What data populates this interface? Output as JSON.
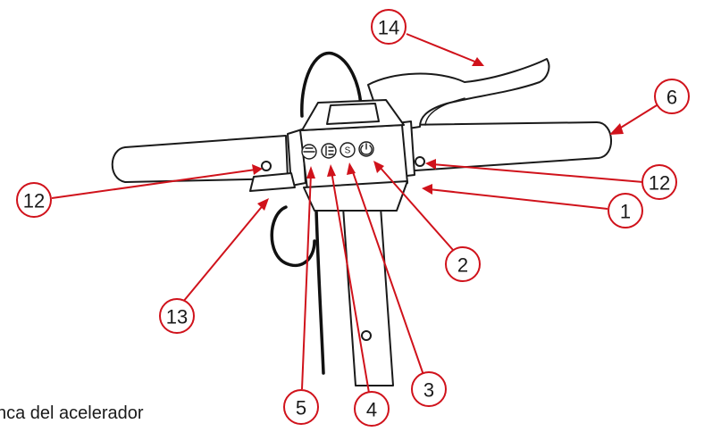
{
  "caption": "nca del acelerador",
  "callouts": [
    {
      "id": "c1",
      "label": "1"
    },
    {
      "id": "c2",
      "label": "2"
    },
    {
      "id": "c3",
      "label": "3"
    },
    {
      "id": "c4",
      "label": "4"
    },
    {
      "id": "c5",
      "label": "5"
    },
    {
      "id": "c6",
      "label": "6"
    },
    {
      "id": "c12a",
      "label": "12"
    },
    {
      "id": "c12b",
      "label": "12"
    },
    {
      "id": "c13",
      "label": "13"
    },
    {
      "id": "c14",
      "label": "14"
    }
  ],
  "display_buttons": {
    "b1": "S"
  },
  "colors": {
    "accent": "#d0121b",
    "line": "#1a1a1a"
  }
}
